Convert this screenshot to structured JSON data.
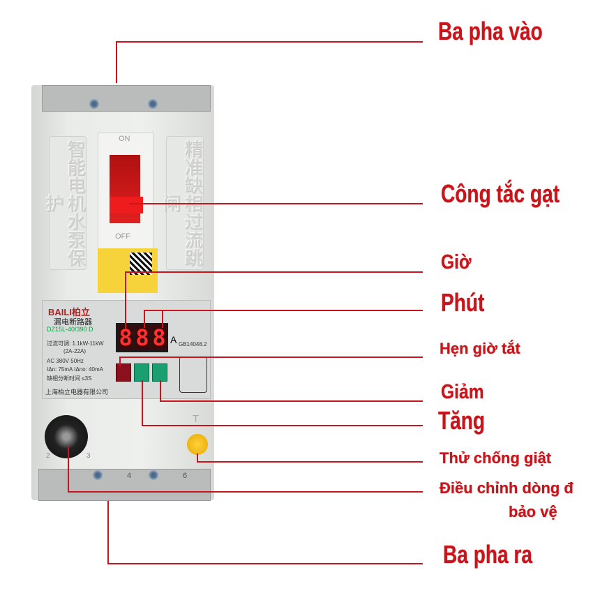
{
  "device": {
    "brand": "BAILI",
    "brand_cn": "柏立",
    "product_name": "漏电断路器",
    "model": "DZ15L-40/390 D",
    "switch_on": "ON",
    "switch_off": "OFF",
    "left_panel_text": "智能电机水泵保护",
    "right_panel_text": "精准缺相过流跳闸",
    "display_digits": [
      "8",
      "8",
      "8"
    ],
    "display_unit": "A",
    "standard": "GB14048.2",
    "specs": [
      "过流可调: 1.1kW-11kW",
      "(2A-22A)",
      "AC 380V    50Hz",
      "IΔn: 75mA  IΔno: 40mA",
      "缺相分断时间 ≤3S"
    ],
    "manufacturer": "上海柏立电器有限公司",
    "test_button_label": "T",
    "knob_marks": [
      "2",
      "3",
      "4",
      "6"
    ],
    "highlight_color": "#c8151b"
  },
  "callouts": {
    "input": "Ba pha vào",
    "toggle": "Công tắc gạt",
    "hour": "Giờ",
    "minute": "Phút",
    "timer_off": "Hẹn giờ tắt",
    "decrease": "Giảm",
    "increase": "Tăng",
    "test": "Thử chống giật",
    "adjust_line1": "Điều chỉnh dòng đ",
    "adjust_line2": "bảo vệ",
    "output": "Ba pha ra"
  }
}
